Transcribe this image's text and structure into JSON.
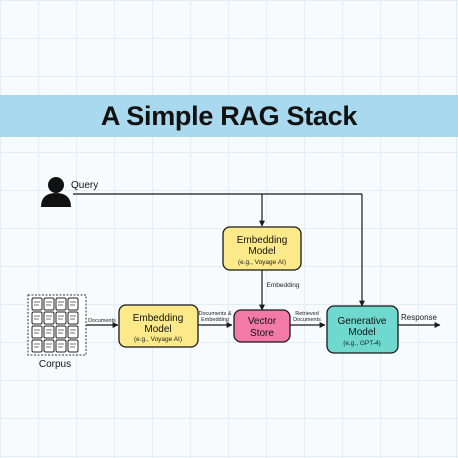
{
  "title": "A Simple RAG Stack",
  "nodes": {
    "query": {
      "label": "Query",
      "icon": "user-icon"
    },
    "corpus": {
      "label": "Corpus",
      "icon": "document-grid-icon"
    },
    "embedding_top": {
      "title_line1": "Embedding",
      "title_line2": "Model",
      "subtitle": "(e.g., Voyage AI)",
      "color": "#fbe98a"
    },
    "embedding_left": {
      "title_line1": "Embedding",
      "title_line2": "Model",
      "subtitle": "(e.g., Voyage AI)",
      "color": "#fbe98a"
    },
    "vector_store": {
      "title_line1": "Vector",
      "title_line2": "Store",
      "color": "#f47aa6"
    },
    "generative": {
      "title_line1": "Generative",
      "title_line2": "Model",
      "subtitle": "(e.g., GPT-4)",
      "color": "#6fd8cf"
    }
  },
  "edges": {
    "documents": "Documents",
    "docs_embedding_line1": "Documents &",
    "docs_embedding_line2": "Embedding",
    "embedding": "Embedding",
    "retrieved_line1": "Retrieved",
    "retrieved_line2": "Documents",
    "response": "Response"
  },
  "colors": {
    "banner": "#a9d9ee",
    "border": "#1a1a1a",
    "line": "#1a1a1a"
  }
}
